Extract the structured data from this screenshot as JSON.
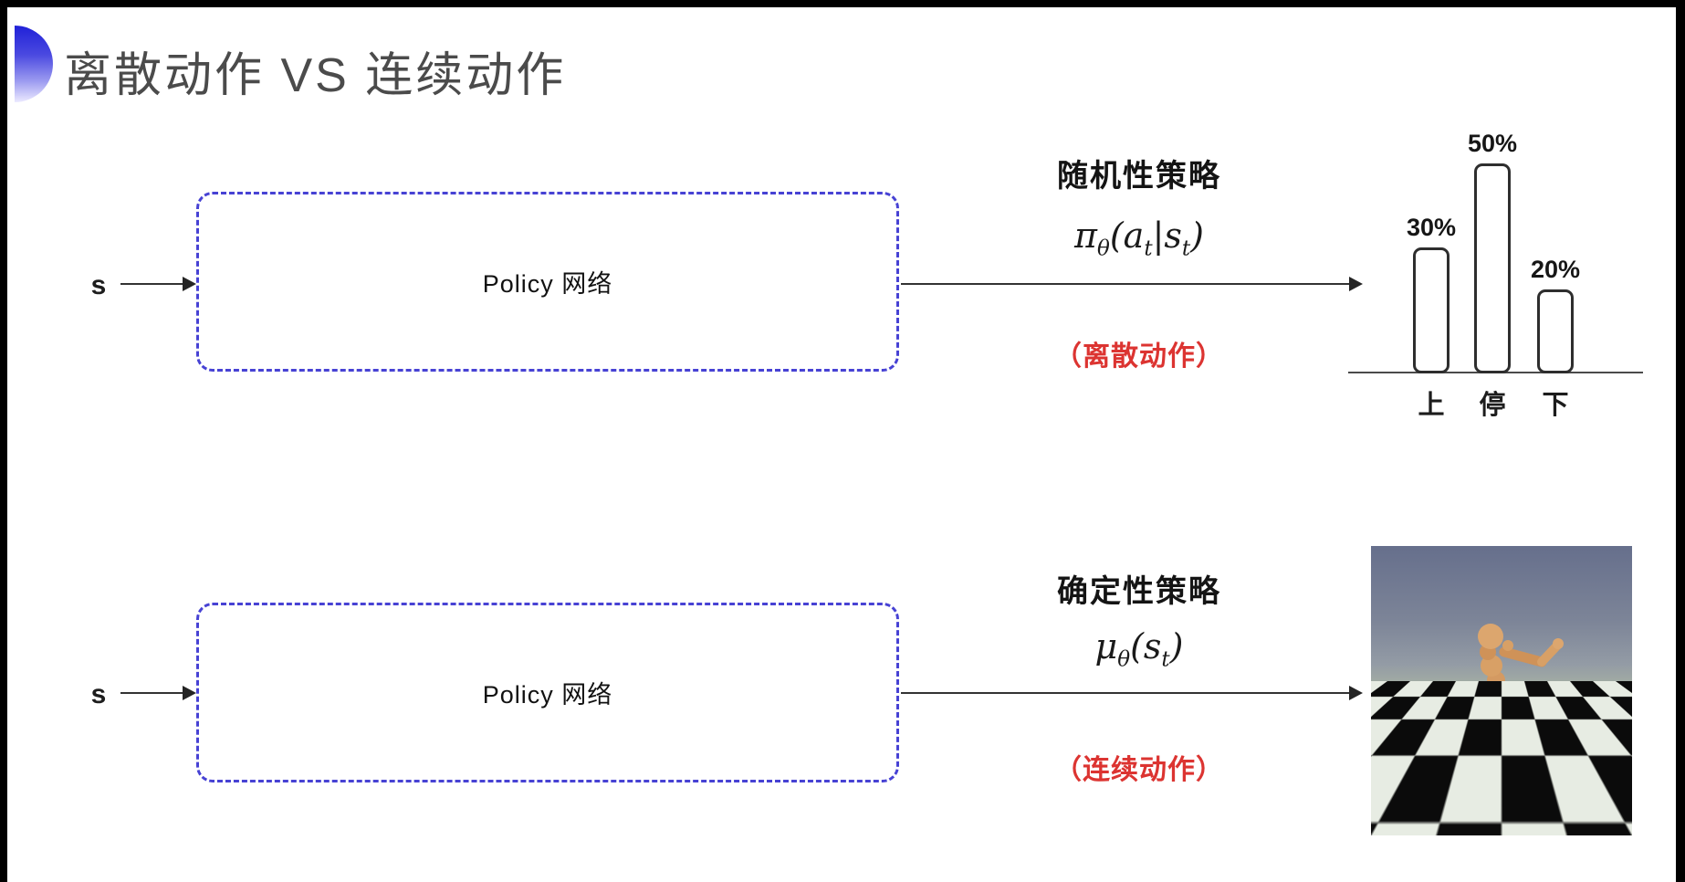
{
  "title": {
    "text": "离散动作 VS 连续动作",
    "color": "#4b4b4b",
    "accent_icon": "half-circle-gradient-icon",
    "accent_color": "#3b35d9"
  },
  "rows": [
    {
      "id": "discrete",
      "input_label": "s",
      "box_label": "Policy 网络",
      "policy_title": "随机性策略",
      "formula": {
        "f1": "π",
        "s1": "θ",
        "f2": "(a",
        "s2": "t",
        "f3": "|s",
        "s3": "t",
        "f4": ")"
      },
      "action_note": "（离散动作）",
      "note_color": "#dc3431"
    },
    {
      "id": "continuous",
      "input_label": "s",
      "box_label": "Policy 网络",
      "policy_title": "确定性策略",
      "formula": {
        "f1": "μ",
        "s1": "θ",
        "f2": "(s",
        "s2": "t",
        "f3": ")"
      },
      "action_note": "（连续动作）",
      "note_color": "#dc3431"
    }
  ],
  "chart_data": {
    "type": "bar",
    "categories": [
      "上",
      "停",
      "下"
    ],
    "values": [
      30,
      50,
      20
    ],
    "value_labels": [
      "30%",
      "50%",
      "20%"
    ],
    "ylim": [
      0,
      55
    ],
    "grid": false,
    "axis": "x-baseline-only",
    "bar_fill": "#ffffff",
    "bar_border": "#2e2e2e"
  },
  "robot_scene": {
    "content": "humanoid-robot-on-checkerboard-floor",
    "sky_color": "#6d7690",
    "floor_light": "#e7ece3",
    "floor_dark": "#0b0b0b",
    "body_color": "#d49a62"
  },
  "diagram_border_color": "#4742d4"
}
